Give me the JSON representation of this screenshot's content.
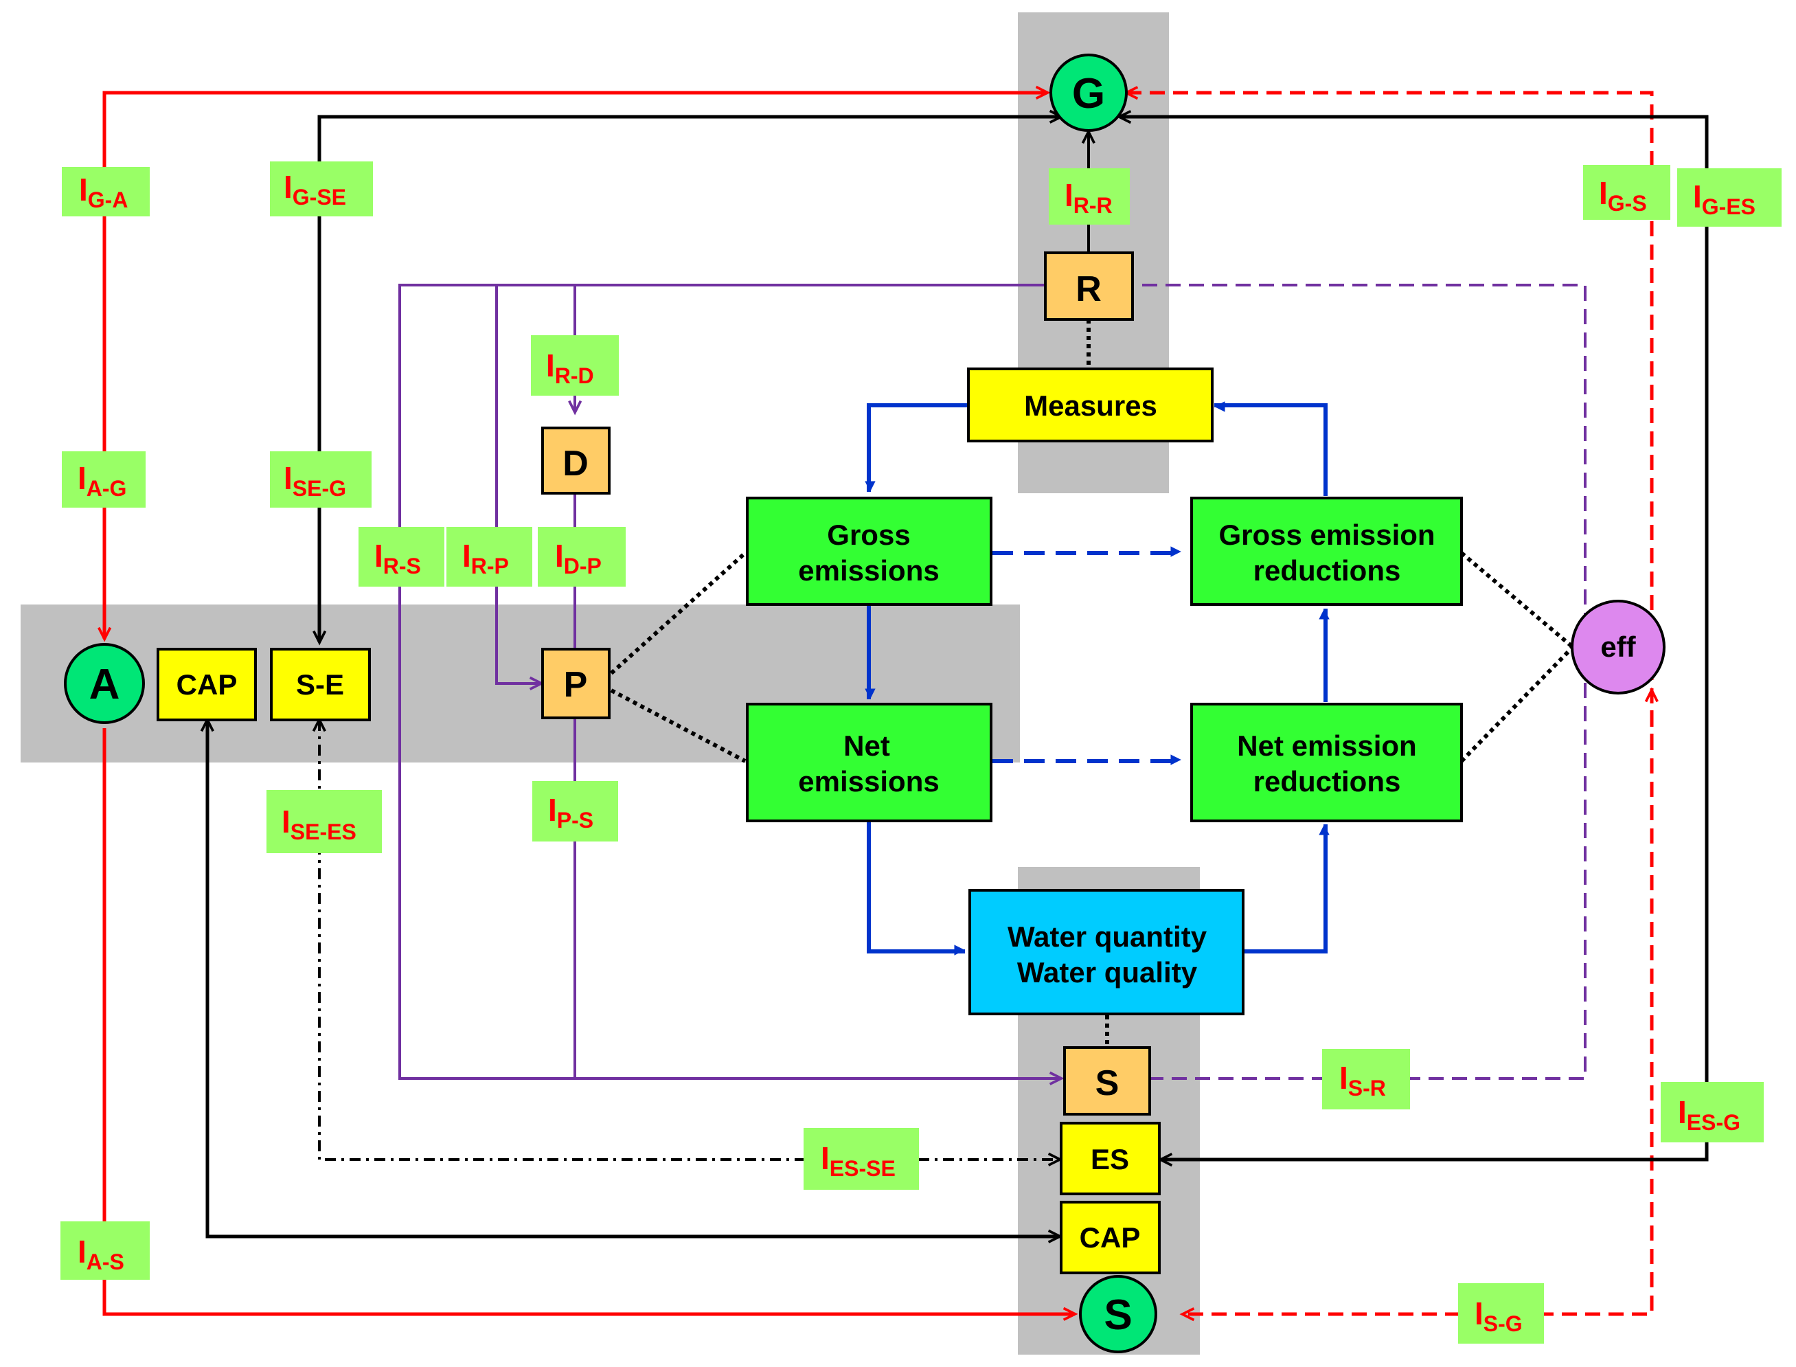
{
  "colors": {
    "red": "#ff0000",
    "black": "#000000",
    "purple": "#7030a0",
    "blue": "#0033cc",
    "band_gray": "#c0c0c0",
    "node_green": "#33ff33",
    "circle_green": "#00e676",
    "node_yellow": "#ffff00",
    "node_orange": "#ffcc66",
    "node_cyan": "#00ccff",
    "node_violet": "#dd88ee",
    "label_bg": "#99ff66"
  },
  "nodes": {
    "G": "G",
    "A": "A",
    "S": "S",
    "R": "R",
    "D": "D",
    "P": "P",
    "S_small": "S",
    "CAP_left": "CAP",
    "SE": "S-E",
    "ES": "ES",
    "CAP_bottom": "CAP",
    "measures": "Measures",
    "gross_emissions": [
      "Gross",
      "emissions"
    ],
    "net_emissions": [
      "Net",
      "emissions"
    ],
    "gross_reductions": [
      "Gross emission",
      "reductions"
    ],
    "net_reductions": [
      "Net emission",
      "reductions"
    ],
    "water": [
      "Water quantity",
      "Water quality"
    ],
    "eff": "eff"
  },
  "labels": {
    "G_A": {
      "main": "I",
      "sub": "G-A"
    },
    "G_SE": {
      "main": "I",
      "sub": "G-SE"
    },
    "A_G": {
      "main": "I",
      "sub": "A-G"
    },
    "SE_G": {
      "main": "I",
      "sub": "SE-G"
    },
    "R_R": {
      "main": "I",
      "sub": "R-R"
    },
    "R_D": {
      "main": "I",
      "sub": "R-D"
    },
    "R_S": {
      "main": "I",
      "sub": "R-S"
    },
    "R_P": {
      "main": "I",
      "sub": "R-P"
    },
    "D_P": {
      "main": "I",
      "sub": "D-P"
    },
    "P_S": {
      "main": "I",
      "sub": "P-S"
    },
    "SE_ES": {
      "main": "I",
      "sub": "SE-ES"
    },
    "G_S": {
      "main": "I",
      "sub": "G-S"
    },
    "G_ES": {
      "main": "I",
      "sub": "G-ES"
    },
    "S_R": {
      "main": "I",
      "sub": "S-R"
    },
    "ES_G": {
      "main": "I",
      "sub": "ES-G"
    },
    "ES_SE": {
      "main": "I",
      "sub": "ES-SE"
    },
    "A_S": {
      "main": "I",
      "sub": "A-S"
    },
    "S_G": {
      "main": "I",
      "sub": "S-G"
    }
  }
}
